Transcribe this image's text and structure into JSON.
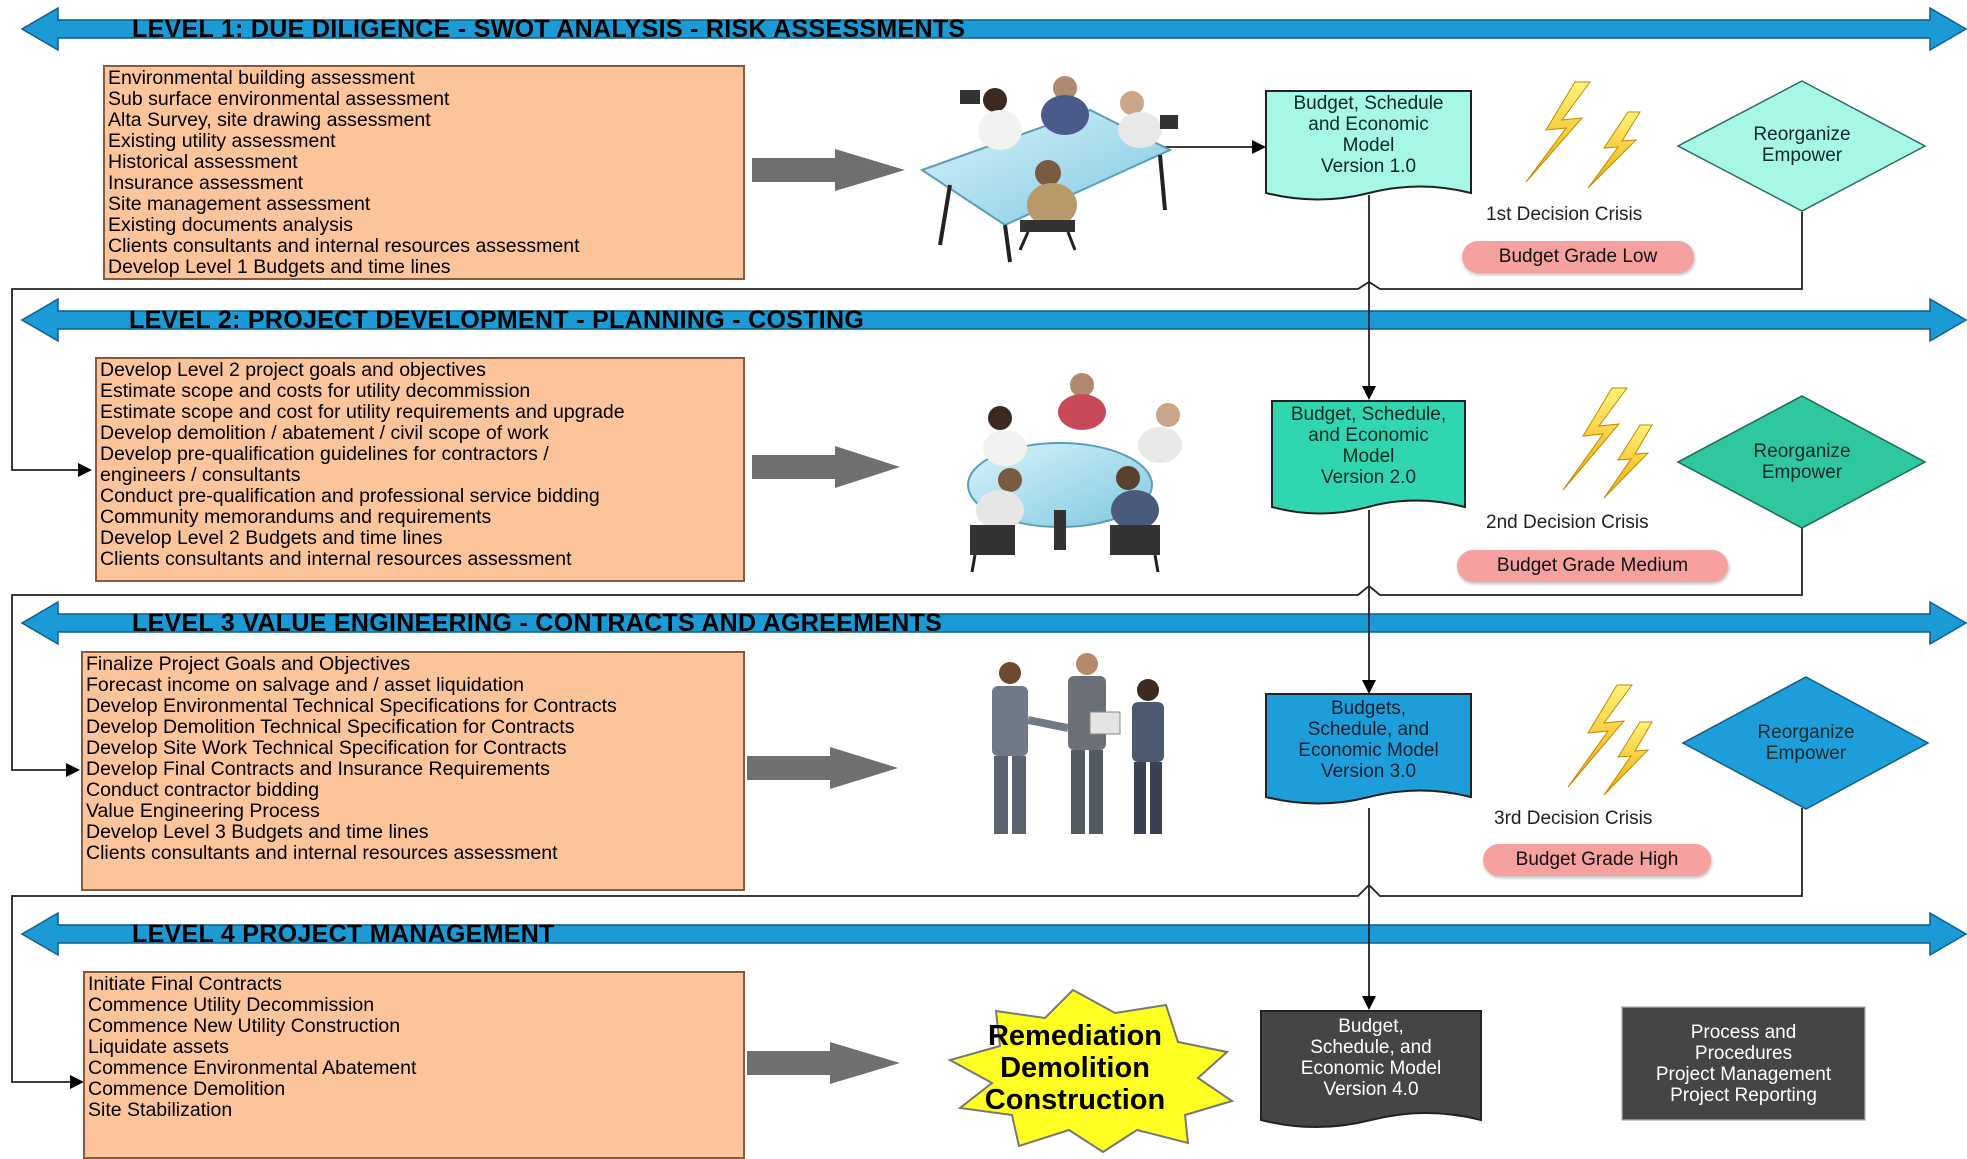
{
  "levels": [
    {
      "title": "LEVEL 1:  DUE DILIGENCE - SWOT ANALYSIS - RISK ASSESSMENTS",
      "tasks": [
        "Environmental building assessment",
        "Sub surface environmental assessment",
        "Alta Survey, site drawing assessment",
        "Existing utility assessment",
        "Historical assessment",
        "Insurance assessment",
        "Site management assessment",
        "Existing documents analysis",
        "Clients consultants and internal resources assessment",
        "Develop Level 1 Budgets and time lines"
      ],
      "model_lines": [
        "Budget, Schedule",
        "and Economic",
        "Model",
        "Version 1.0"
      ],
      "crisis": "1st Decision Crisis",
      "grade": "Budget Grade Low",
      "decision_lines": [
        "Reorganize",
        "Empower"
      ]
    },
    {
      "title": "LEVEL  2:  PROJECT DEVELOPMENT - PLANNING - COSTING",
      "tasks": [
        "Develop Level 2 project goals and objectives",
        "Estimate scope and costs for utility decommission",
        "Estimate scope and cost for utility requirements and upgrade",
        "Develop demolition / abatement / civil scope of work",
        "Develop pre-qualification guidelines for contractors /",
        "engineers / consultants",
        "Conduct pre-qualification and professional service bidding",
        "Community memorandums and requirements",
        "Develop Level 2 Budgets and time lines",
        "Clients consultants and internal resources assessment"
      ],
      "model_lines": [
        "Budget, Schedule,",
        "and Economic",
        "Model",
        "Version 2.0"
      ],
      "crisis": "2nd Decision Crisis",
      "grade": "Budget Grade Medium",
      "decision_lines": [
        "Reorganize",
        "Empower"
      ]
    },
    {
      "title": "LEVEL 3 VALUE ENGINEERING - CONTRACTS AND AGREEMENTS",
      "tasks": [
        "Finalize Project Goals and Objectives",
        "Forecast income on salvage and / asset liquidation",
        "Develop Environmental Technical Specifications for Contracts",
        "Develop Demolition Technical Specification for Contracts",
        "Develop Site Work Technical Specification for Contracts",
        "Develop Final Contracts and Insurance Requirements",
        "Conduct contractor bidding",
        "Value Engineering Process",
        "Develop Level 3 Budgets and time lines",
        "Clients consultants and internal resources assessment"
      ],
      "model_lines": [
        "Budgets,",
        "Schedule, and",
        "Economic Model",
        "Version 3.0"
      ],
      "crisis": "3rd Decision Crisis",
      "grade": "Budget Grade High",
      "decision_lines": [
        "Reorganize",
        "Empower"
      ]
    },
    {
      "title": "LEVEL 4  PROJECT MANAGEMENT",
      "tasks": [
        "Initiate Final Contracts",
        "Commence Utility Decommission",
        "Commence New Utility Construction",
        "Liquidate assets",
        "Commence Environmental Abatement",
        "Commence Demolition",
        "Site Stabilization"
      ],
      "model_lines": [
        "Budget,",
        "Schedule, and",
        "Economic Model",
        "Version 4.0"
      ],
      "burst_lines": [
        "Remediation",
        "Demolition",
        "Construction"
      ],
      "process_lines": [
        "Process and",
        "Procedures",
        "Project Management",
        "Project Reporting"
      ]
    }
  ],
  "colors": {
    "banner": "#1b9ad6",
    "task_box": "#fbc49b",
    "doc1": "#a6f7e5",
    "doc2": "#2fd6b0",
    "doc3": "#1d9edb",
    "doc4": "#454545",
    "diamond1": "#a6f7e5",
    "diamond2": "#2fc7a0",
    "diamond3": "#1d9edb",
    "pill": "#f6a1a0",
    "burst": "#ffff22",
    "lightning": "#f5c400"
  },
  "icons": [
    "meeting-table-icon",
    "round-table-icon",
    "handshake-icon",
    "lightning-icon",
    "block-arrow-icon"
  ]
}
